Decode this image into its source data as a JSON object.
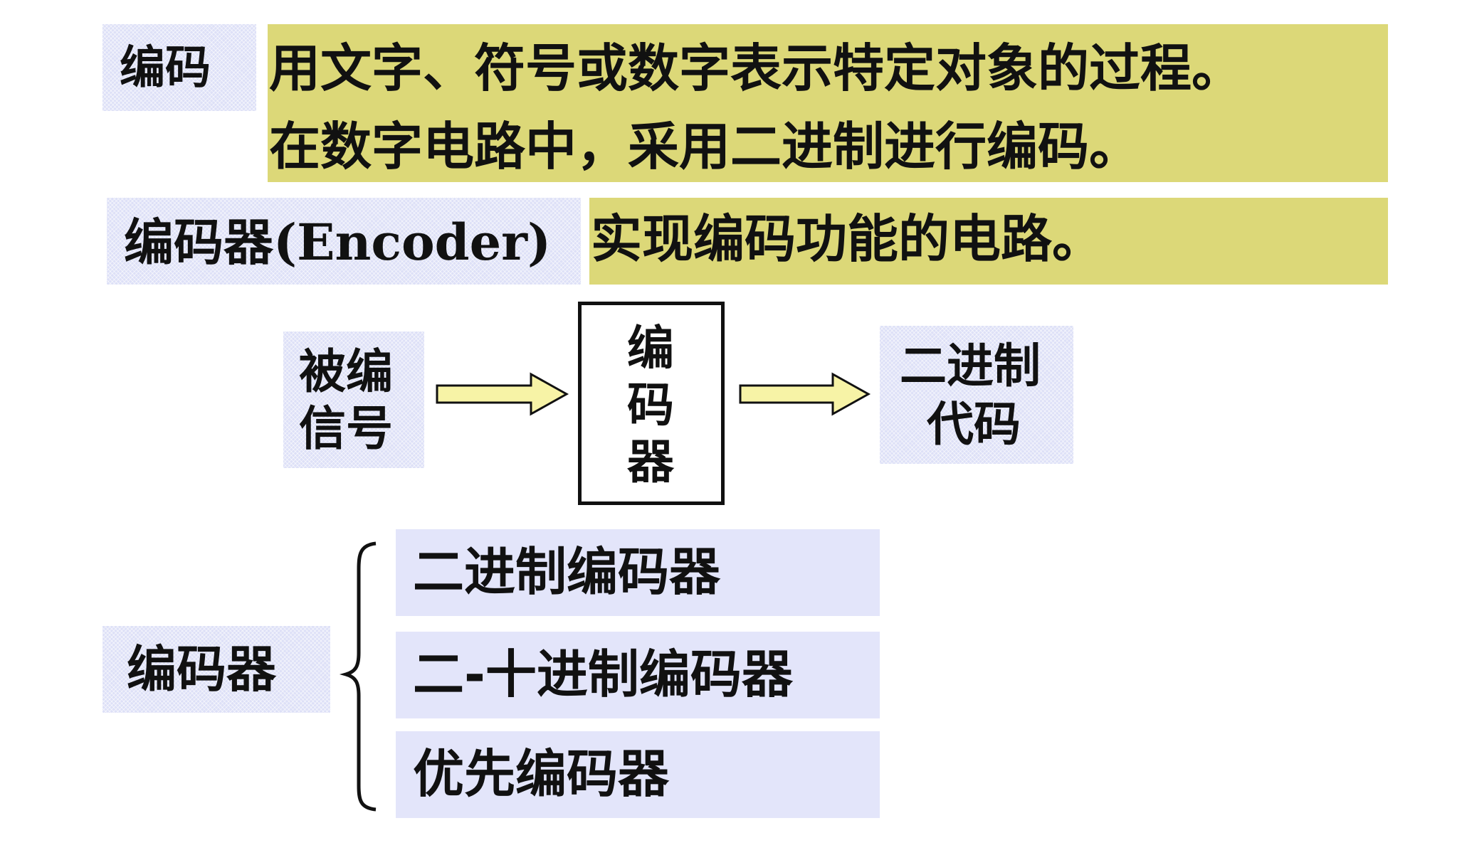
{
  "definitions": {
    "coding": {
      "term": "编码",
      "line1": "用文字、符号或数字表示特定对象的过程。",
      "line2": "在数字电路中，采用二进制进行编码。"
    },
    "encoder": {
      "term": "编码器(Encoder)",
      "description": "实现编码功能的电路。"
    }
  },
  "flow": {
    "input_line1": "被编",
    "input_line2": "信号",
    "block_chars": [
      "编",
      "码",
      "器"
    ],
    "output_line1": "二进制",
    "output_line2": "代码"
  },
  "classification": {
    "root": "编码器",
    "types": [
      "二进制编码器",
      "二-十进制编码器",
      "优先编码器"
    ]
  },
  "colors": {
    "definition_highlight": "#dcd878",
    "label_fill": "#dde0f7",
    "type_fill": "#e3e5fa",
    "arrow_fill": "#f7f3a6",
    "stroke": "#111111"
  }
}
